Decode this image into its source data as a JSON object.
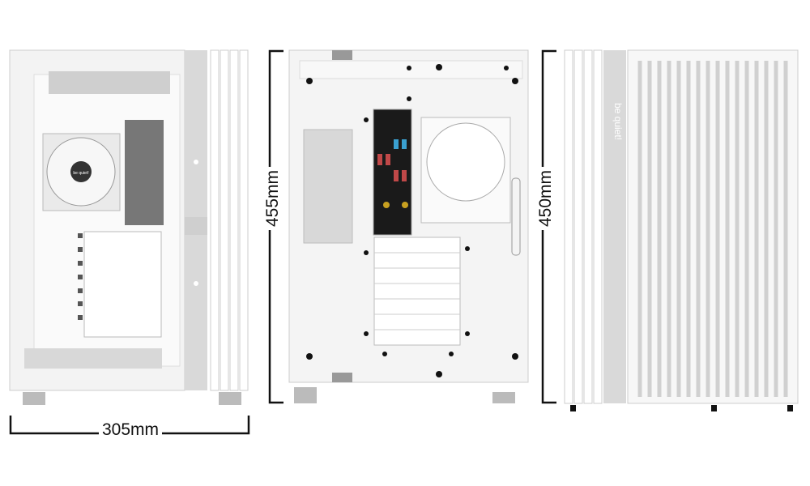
{
  "dimensions": {
    "width": "305mm",
    "height_with_feet": "455mm",
    "height_front": "450mm"
  },
  "views": [
    "side-glass",
    "rear",
    "front"
  ],
  "logo": "be quiet!",
  "colors": {
    "case": "#f4f4f4",
    "trim": "#d6d6d6",
    "io_panel": "#1a1a1a",
    "line": "#111111"
  }
}
